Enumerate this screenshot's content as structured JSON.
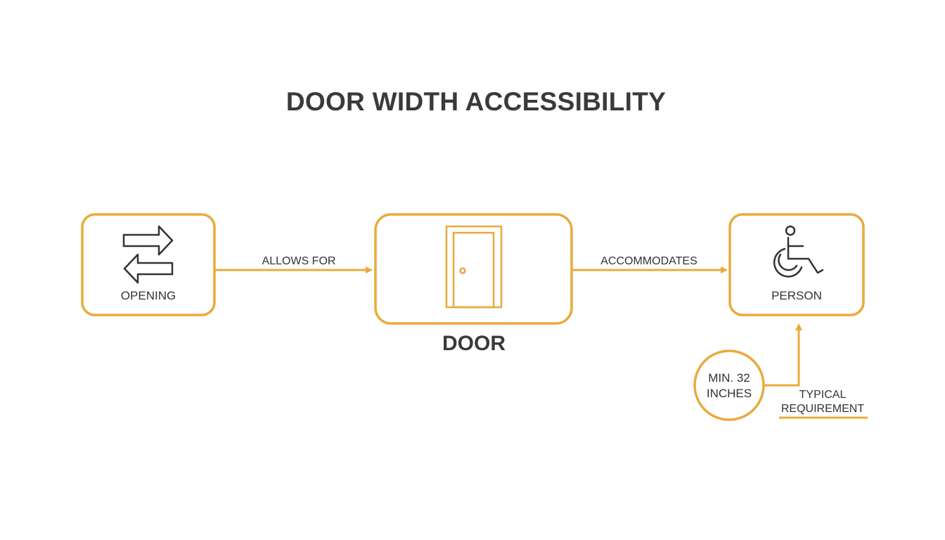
{
  "title": "DOOR WIDTH ACCESSIBILITY",
  "accent_color": "#e8ab3c",
  "text_color": "#333333",
  "nodes": {
    "opening": {
      "label": "OPENING",
      "icon": "swap-arrows-icon"
    },
    "door": {
      "label": "DOOR",
      "icon": "door-icon"
    },
    "person": {
      "label": "PERSON",
      "icon": "wheelchair-icon"
    }
  },
  "edges": {
    "opening_to_door": "ALLOWS FOR",
    "door_to_person": "ACCOMMODATES"
  },
  "measurement": {
    "line1": "MIN. 32",
    "line2": "INCHES"
  },
  "note": {
    "line1": "TYPICAL",
    "line2": "REQUIREMENT"
  }
}
